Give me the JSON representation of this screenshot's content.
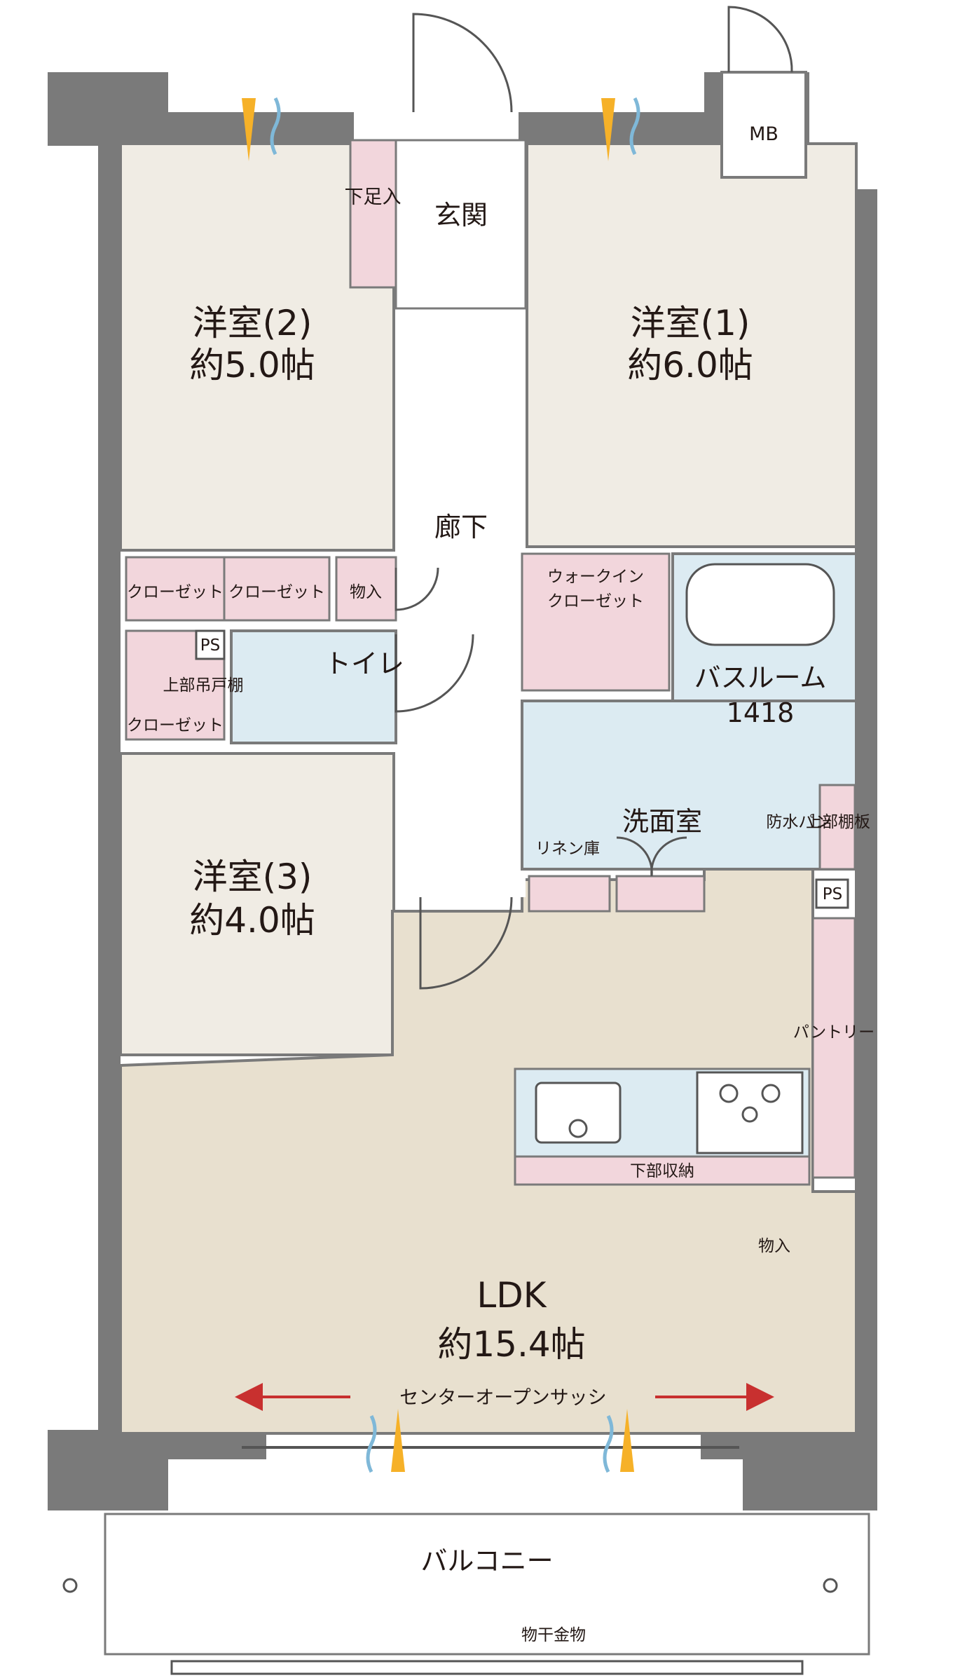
{
  "colors": {
    "wall": "#7a7a7a",
    "room": "#f0ece4",
    "ldk_floor": "#e8e0cf",
    "wet_area": "#dcebf2",
    "storage": "#f2d6dc",
    "arrow": "#c8302f",
    "vent_yellow": "#f6b128",
    "vent_blue": "#7fb8d8"
  },
  "rooms": {
    "western2": {
      "name": "洋室(2)",
      "size": "約5.0帖"
    },
    "western1": {
      "name": "洋室(1)",
      "size": "約6.0帖"
    },
    "western3": {
      "name": "洋室(3)",
      "size": "約4.0帖"
    },
    "ldk": {
      "name": "LDK",
      "size": "約15.4帖"
    },
    "entrance": "玄関",
    "corridor": "廊下",
    "toilet": "トイレ",
    "bathroom": {
      "name": "バスルーム",
      "size": "1418"
    },
    "washroom": "洗面室",
    "balcony": "バルコニー"
  },
  "labels": {
    "mb": "MB",
    "shoe_box": "下足入",
    "closet": "クローゼット",
    "storage_small": "物入",
    "ps": "PS",
    "upper_hanging_shelf": "上部吊戸棚",
    "walk_in_closet": [
      "ウォークイン",
      "クローゼット"
    ],
    "linen": "リネン庫",
    "waterproof_pan": "防水パン",
    "upper_shelf": "上部棚板",
    "pantry": "パントリー",
    "lower_storage": "下部収納",
    "storage_kitchen": "物入",
    "center_sash": "センターオープンサッシ",
    "laundry_hanger": "物干金物"
  }
}
